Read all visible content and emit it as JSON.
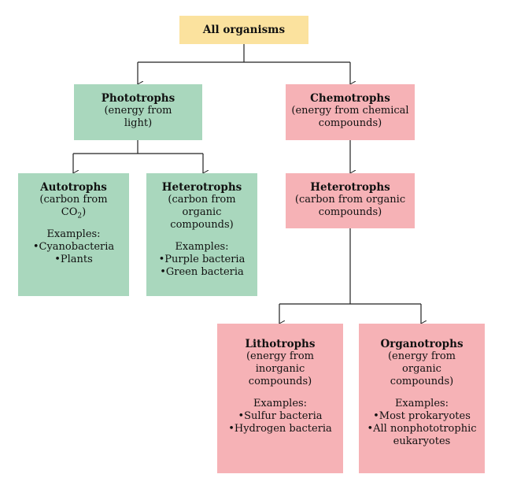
{
  "root": {
    "title": "All organisms"
  },
  "phototrophs": {
    "title": "Phototrophs",
    "desc": [
      "(energy from",
      "light)"
    ]
  },
  "chemotrophs": {
    "title": "Chemotrophs",
    "desc": [
      "(energy from chemical",
      "compounds)"
    ]
  },
  "autotrophs": {
    "title": "Autotrophs",
    "desc": [
      "(carbon from"
    ],
    "co": "CO",
    "sub": "2",
    "close": ")",
    "examples_label": "Examples:",
    "examples": [
      "•Cyanobacteria",
      "•Plants"
    ]
  },
  "photo_heterotrophs": {
    "title": "Heterotrophs",
    "desc": [
      "(carbon from",
      "organic",
      "compounds)"
    ],
    "examples_label": "Examples:",
    "examples": [
      "•Purple bacteria",
      "•Green bacteria"
    ]
  },
  "chemo_heterotrophs": {
    "title": "Heterotrophs",
    "desc": [
      "(carbon from organic",
      "compounds)"
    ]
  },
  "lithotrophs": {
    "title": "Lithotrophs",
    "desc": [
      "(energy from",
      "inorganic",
      "compounds)"
    ],
    "examples_label": "Examples:",
    "examples": [
      "•Sulfur bacteria",
      "•Hydrogen bacteria"
    ]
  },
  "organotrophs": {
    "title": "Organotrophs",
    "desc": [
      "(energy from",
      "organic",
      "compounds)"
    ],
    "examples_label": "Examples:",
    "examples": [
      "•Most prokaryotes",
      "•All nonphototrophic",
      "eukaryotes"
    ]
  },
  "colors": {
    "root": "#fbe29e",
    "photo": "#a9d7bd",
    "chemo": "#f6b2b6",
    "line": "#222222"
  }
}
